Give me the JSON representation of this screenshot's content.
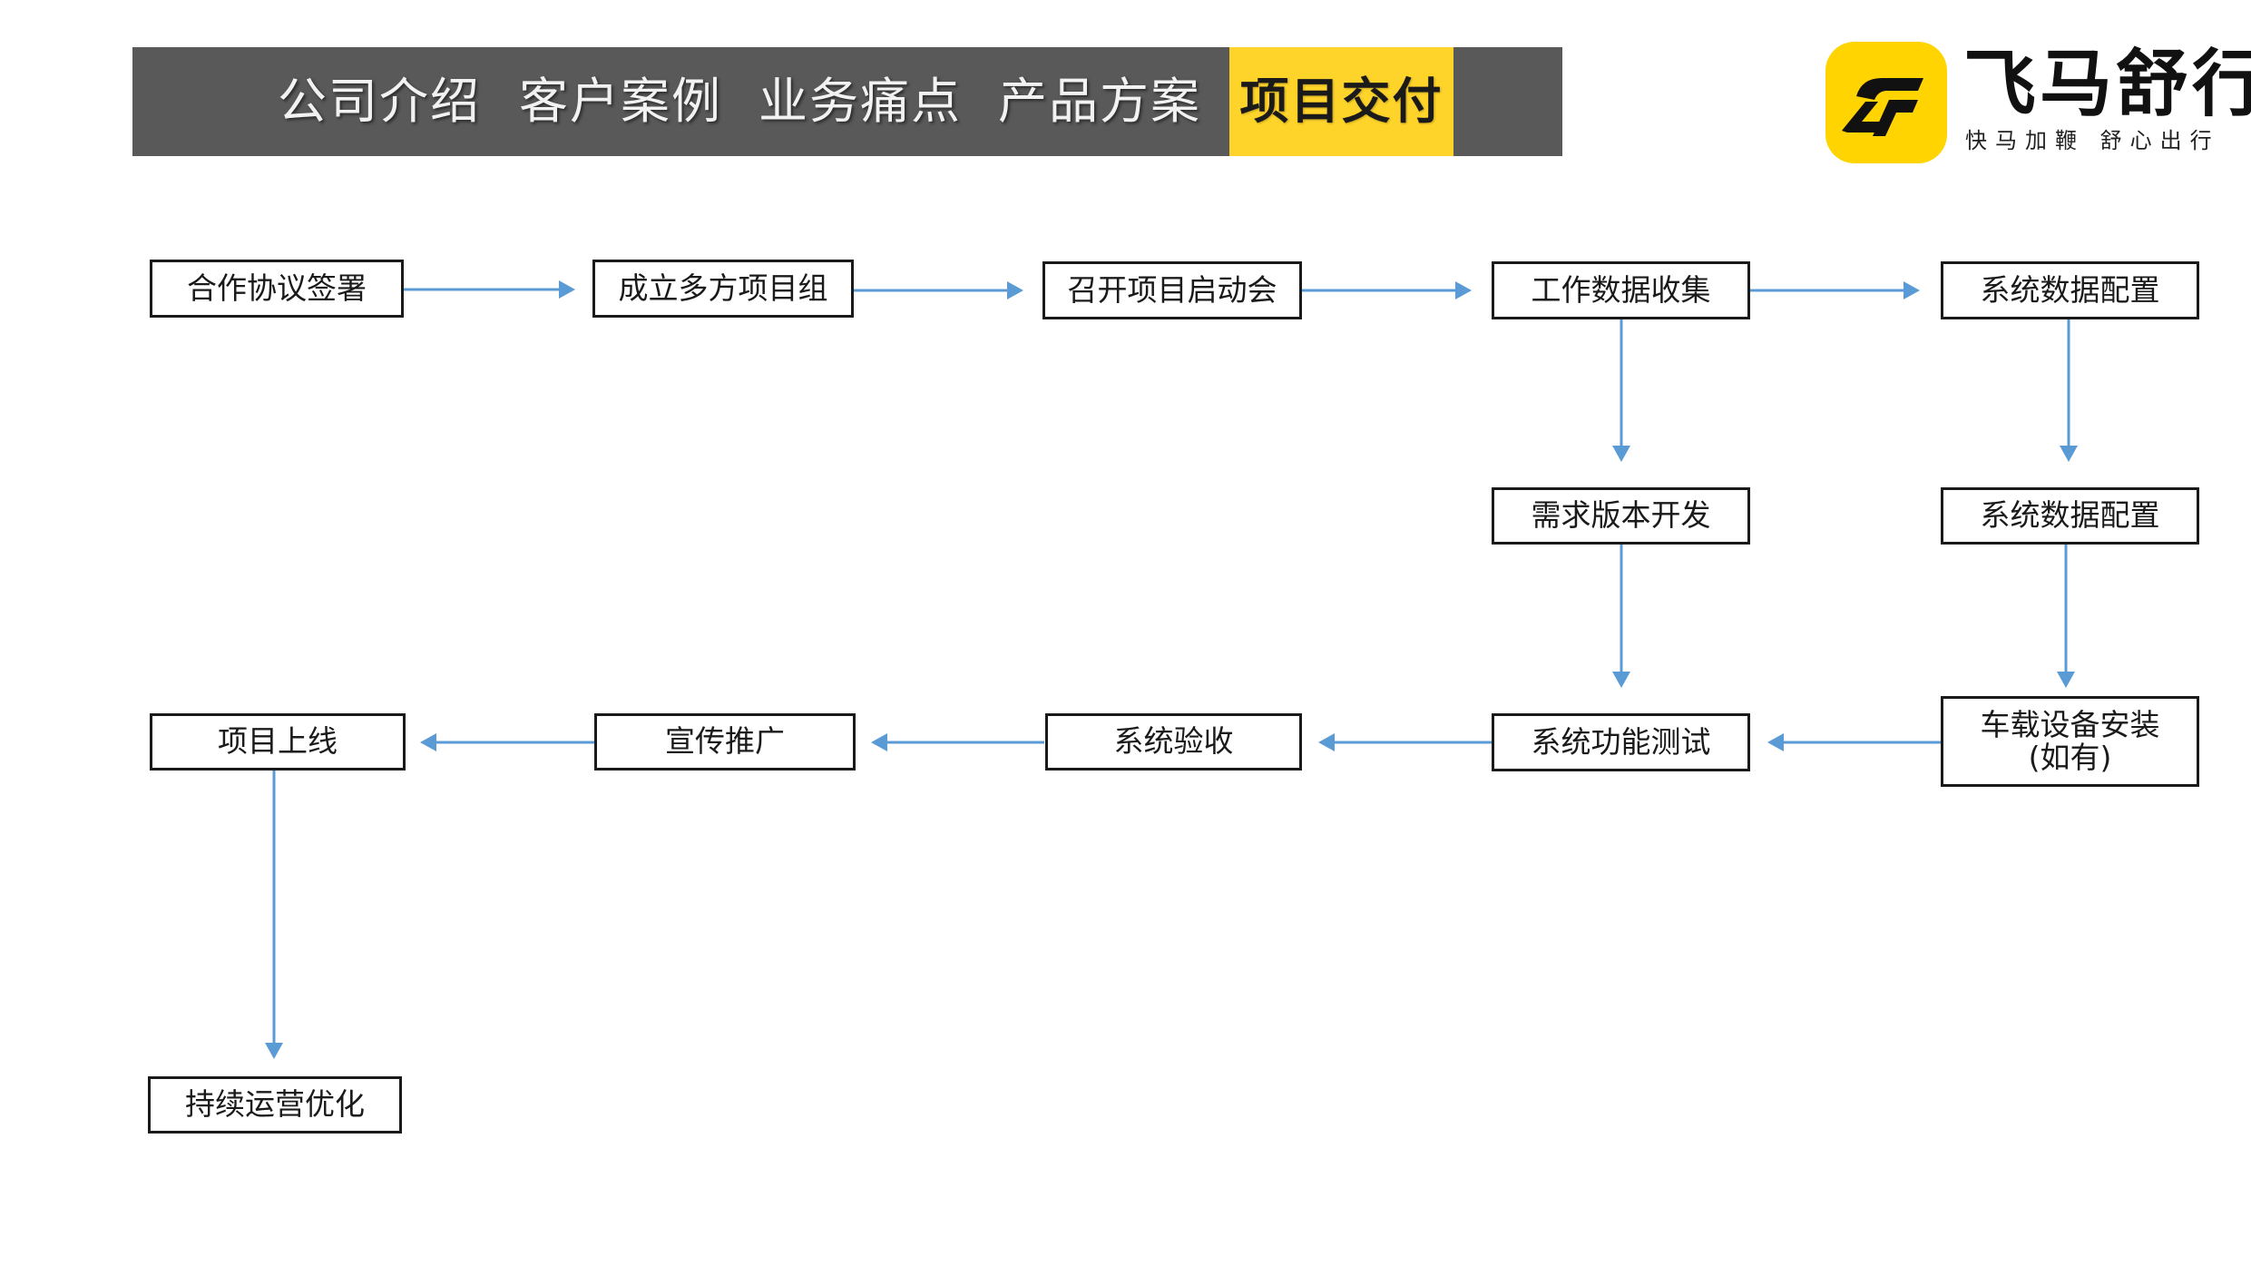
{
  "nav": {
    "tabs": [
      {
        "label": "公司介绍"
      },
      {
        "label": "客户案例"
      },
      {
        "label": "业务痛点"
      },
      {
        "label": "产品方案"
      },
      {
        "label": "项目交付"
      }
    ],
    "active_index": 4,
    "bar_color": "#595959",
    "active_color": "#ffd42a"
  },
  "logo": {
    "name": "飞马舒行",
    "slogan": "快马加鞭 舒心出行",
    "badge_color": "#ffd400",
    "icon": "fmsx-logo-icon"
  },
  "flow": {
    "arrow_color": "#5b9bd5",
    "nodes": {
      "sign": "合作协议签署",
      "team": "成立多方项目组",
      "kickoff": "召开项目启动会",
      "collect": "工作数据收集",
      "config1": "系统数据配置",
      "dev": "需求版本开发",
      "config2": "系统数据配置",
      "test": "系统功能测试",
      "install": "车载设备安装",
      "install_note": "(如有)",
      "accept": "系统验收",
      "promo": "宣传推广",
      "launch": "项目上线",
      "ops": "持续运营优化"
    }
  }
}
